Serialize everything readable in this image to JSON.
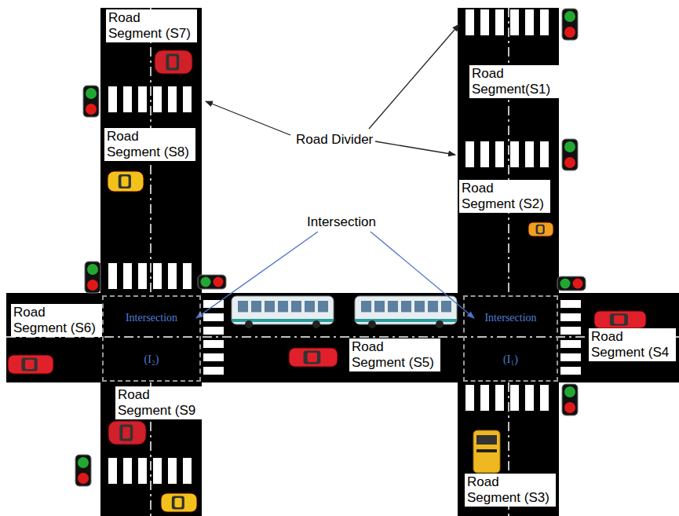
{
  "diagram": {
    "nodes": [
      {
        "text": [
          "Intersection",
          "(I₂)"
        ]
      },
      {
        "text": [
          "Intersection",
          "(I₁)"
        ]
      }
    ],
    "labels": [
      "Road Segment (S7)",
      "Road Segment (S8)",
      "Road Segment(S1)",
      "Road Segment (S2)",
      "Road Divider",
      "Intersection",
      "Road Segment (S6)",
      "Road Segment (S5)",
      "Road Segment (S4",
      "Road Segment (S9",
      "Road Segment (S3)"
    ]
  }
}
